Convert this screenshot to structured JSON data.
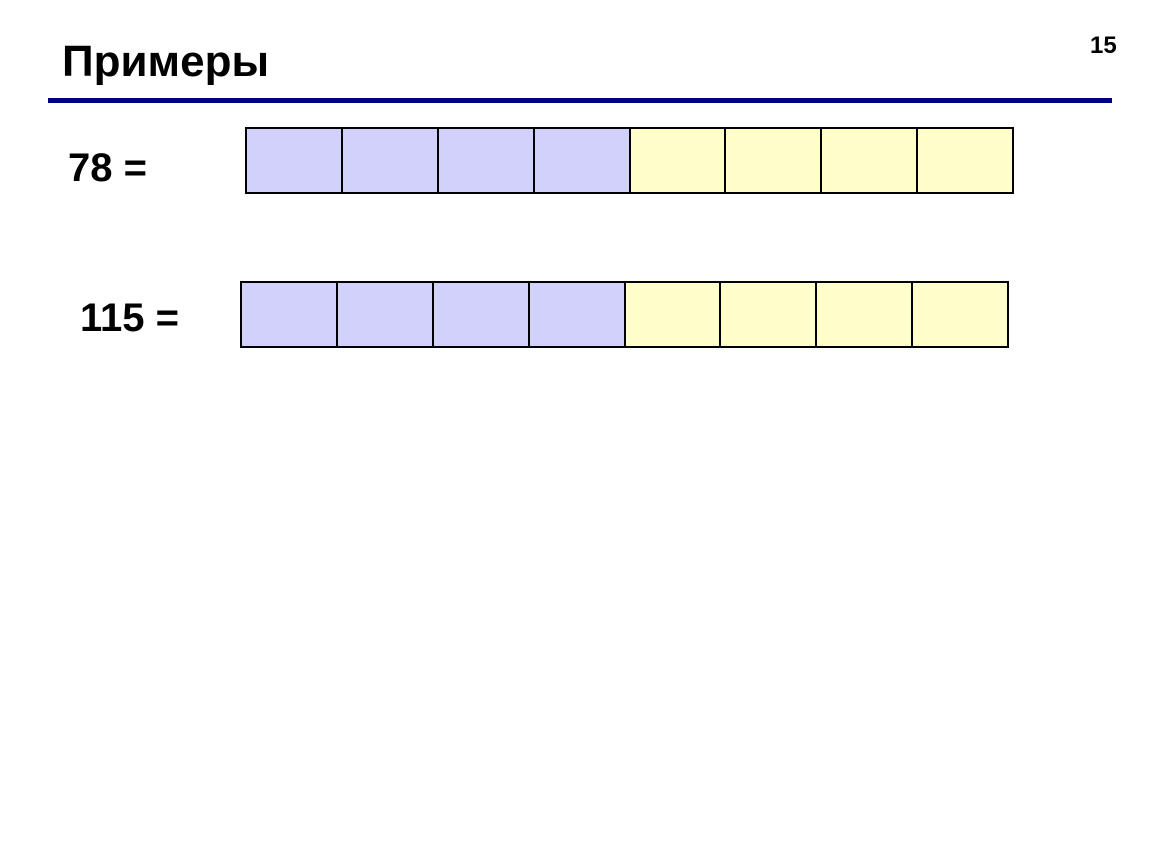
{
  "slide": {
    "title": "Примеры",
    "number": "15"
  },
  "colors": {
    "rule": "#000080",
    "high_nibble": "#d1d1fc",
    "low_nibble": "#ffffcc"
  },
  "examples": [
    {
      "label": "78 =",
      "cells": [
        "high",
        "high",
        "high",
        "high",
        "low",
        "low",
        "low",
        "low"
      ]
    },
    {
      "label": "115 =",
      "cells": [
        "high",
        "high",
        "high",
        "high",
        "low",
        "low",
        "low",
        "low"
      ]
    }
  ]
}
